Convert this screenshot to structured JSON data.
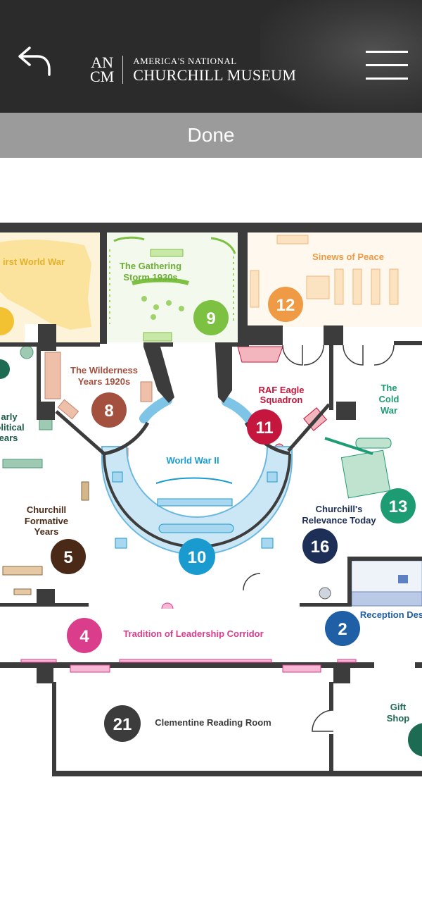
{
  "header": {
    "logo_monogram_top": "AN",
    "logo_monogram_bottom": "CM",
    "logo_line1": "AMERICA'S NATIONAL",
    "logo_line2": "CHURCHILL MUSEUM",
    "back_icon": "back-arrow-icon",
    "menu_icon": "hamburger-menu-icon"
  },
  "done_label": "Done",
  "colors": {
    "header_bg": "#2b2b2b",
    "done_bg": "#9b9b9b",
    "wall": "#3c3c3c",
    "ww1": "#f3c233",
    "gathering": "#7dc143",
    "sinews": "#ef9a44",
    "wilderness": "#a4503e",
    "raf": "#c5173d",
    "wwii": "#1a9bd0",
    "cold_war": "#1d9b73",
    "relevance": "#1d2f57",
    "formative": "#4a2a16",
    "tradition": "#db3d8d",
    "reception": "#1f5fa5",
    "clementine": "#3c3c3c"
  },
  "map": {
    "rooms": {
      "first_world_war": "irst World War",
      "gathering_storm_1": "The Gathering",
      "gathering_storm_2": "Storm 1930s",
      "sinews_of_peace": "Sinews of Peace",
      "wilderness_1": "The Wilderness",
      "wilderness_2": "Years 1920s",
      "raf_1": "RAF Eagle",
      "raf_2": "Squadron",
      "cold_war_1": "The",
      "cold_war_2": "Cold",
      "cold_war_3": "War",
      "early_political_1": "arly",
      "early_political_2": "olitical",
      "early_political_3": "ears",
      "world_war_ii": "World War II",
      "formative_1": "Churchill",
      "formative_2": "Formative",
      "formative_3": "Years",
      "relevance_1": "Churchill's",
      "relevance_2": "Relevance Today",
      "tradition": "Tradition of Leadership Corridor",
      "reception": "Reception Des",
      "clementine": "Clementine Reading Room",
      "gift_1": "Gift",
      "gift_2": "Shop"
    },
    "markers": {
      "m2": "2",
      "m4": "4",
      "m5": "5",
      "m8": "8",
      "m9": "9",
      "m10": "10",
      "m11": "11",
      "m12": "12",
      "m13": "13",
      "m16": "16",
      "m21": "21"
    }
  }
}
